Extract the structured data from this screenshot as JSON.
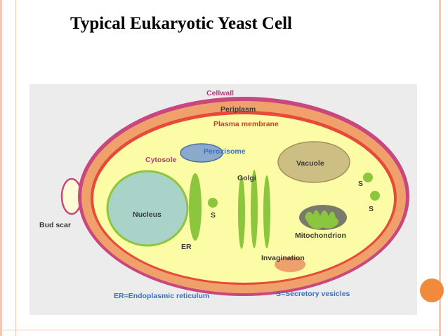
{
  "slide": {
    "title": "Typical Eukaryotic Yeast Cell"
  },
  "diagram": {
    "labels": {
      "cellwall": "Cellwall",
      "periplasm": "Periplasm",
      "plasma_membrane": "Plasma membrane",
      "peroxisome": "Peroxisome",
      "cytosole": "Cytosole",
      "vacuole": "Vacuole",
      "golgi": "Golgi",
      "nucleus": "Nucleus",
      "s_near_nucleus": "S",
      "s_right_top": "S",
      "s_right_bottom": "S",
      "mitochondrion": "Mitochondrion",
      "er": "ER",
      "bud_scar": "Bud scar",
      "invagination": "Invagination",
      "legend_er": "ER=Endoplasmic reticulum",
      "legend_s": "S=Secretory vesicles"
    },
    "colors": {
      "cell_wall": "#c8477f",
      "periplasm": "#f0a06a",
      "plasma_membrane": "#e84a3a",
      "cytoplasm": "#fdfca6",
      "nucleus": "#a9d3c9",
      "organelle_green": "#8cc63e",
      "vacuole": "#cdbf84",
      "peroxisome": "#8aa9cc",
      "mitochondrion": "#7a7a6a",
      "label_magenta": "#b83a7a",
      "label_red": "#d63a2c",
      "label_blue": "#3a6fc4",
      "label_dark": "#3a3a3a",
      "accent_orange": "#f18a3b",
      "rule_peach": "#f6c8b4"
    }
  }
}
